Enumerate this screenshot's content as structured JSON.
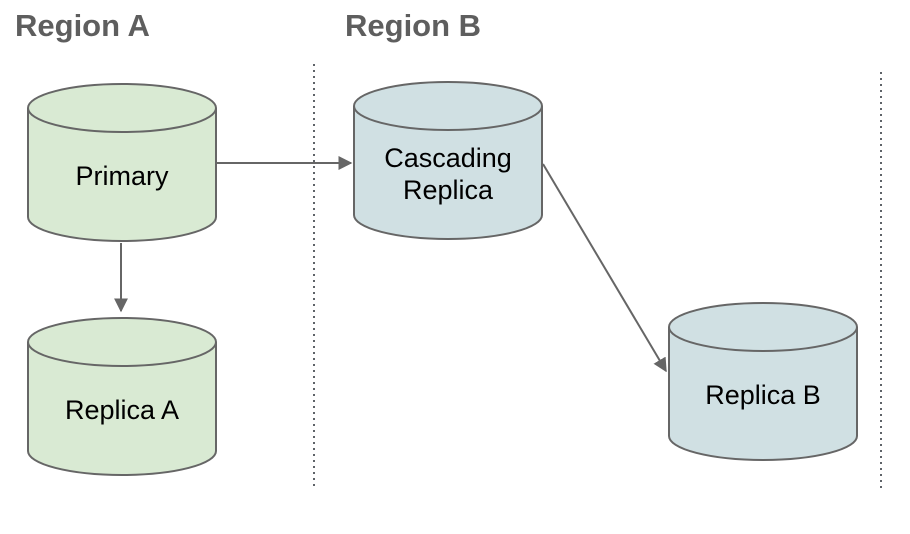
{
  "regions": [
    {
      "label": "Region A"
    },
    {
      "label": "Region B"
    }
  ],
  "nodes": [
    {
      "id": "primary",
      "label": "Primary",
      "region": "Region A",
      "fill": "#d9ead3"
    },
    {
      "id": "cascading-replica",
      "label": "Cascading Replica",
      "region": "Region B",
      "fill": "#d0e0e3"
    },
    {
      "id": "replica-a",
      "label": "Replica A",
      "region": "Region A",
      "fill": "#d9ead3"
    },
    {
      "id": "replica-b",
      "label": "Replica B",
      "region": "Region B",
      "fill": "#d0e0e3"
    }
  ],
  "edges": [
    {
      "from": "Primary",
      "to": "Cascading Replica"
    },
    {
      "from": "Primary",
      "to": "Replica A"
    },
    {
      "from": "Cascading Replica",
      "to": "Replica B"
    }
  ],
  "colors": {
    "green_fill": "#d9ead3",
    "blue_fill": "#d0e0e3",
    "outline": "#666666",
    "arrow": "#666666",
    "title_text": "#5e5e5e",
    "node_text": "#000000",
    "separator_dots": "#5f6368",
    "background": "#ffffff"
  }
}
